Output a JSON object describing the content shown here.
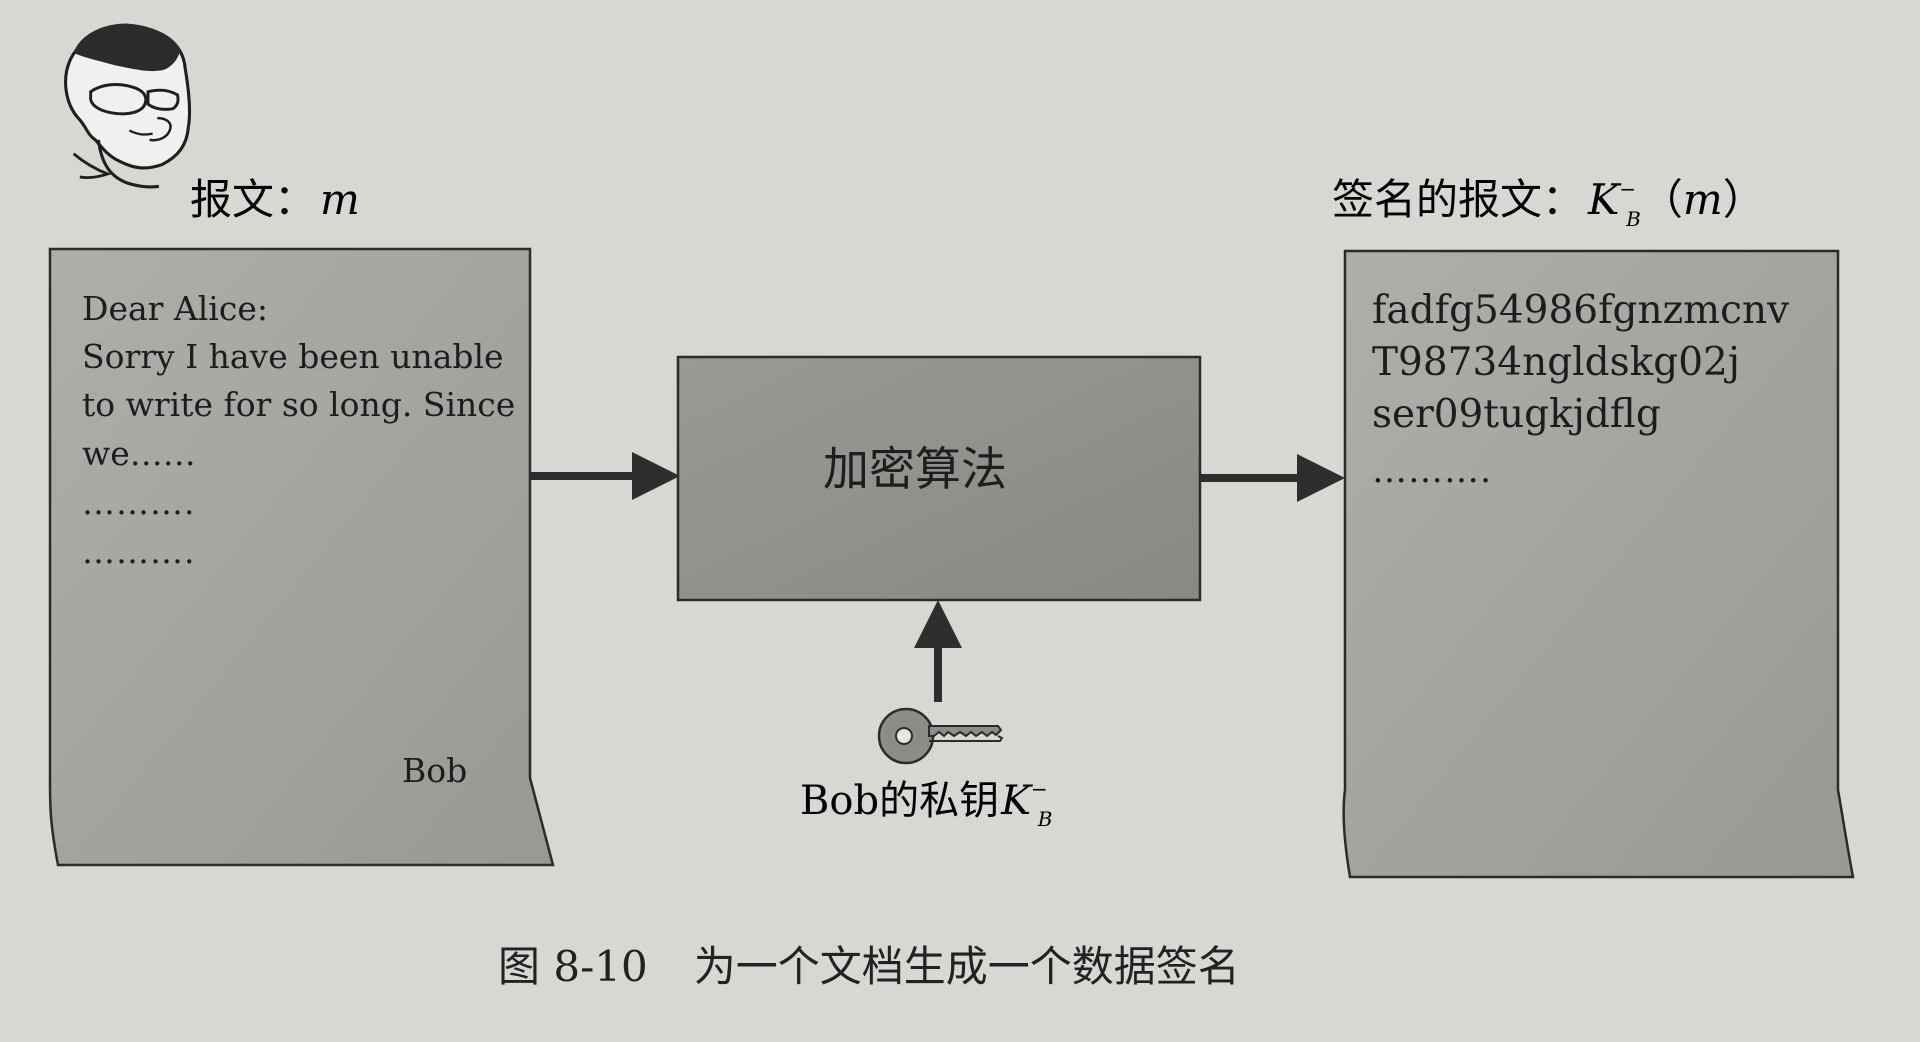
{
  "figure": {
    "left_label": {
      "prefix": "报文：",
      "variable": "m"
    },
    "right_label": {
      "prefix": "签名的报文：",
      "key_symbol": "K",
      "superscript": "−",
      "subscript": "B",
      "paren_open": "（",
      "variable": "m",
      "paren_close": "）"
    },
    "letter": {
      "lines": [
        "Dear Alice:",
        "Sorry I have been unable",
        "to write for so long. Since",
        "we……",
        "……….",
        "………."
      ],
      "signature": "Bob"
    },
    "signed_document": {
      "lines": [
        "fadfg54986fgnzmcnv",
        "T98734ngldskg02j",
        "ser09tugkjdflg",
        "………."
      ]
    },
    "process": {
      "label": "加密算法"
    },
    "key_label": {
      "prefix": "Bob的私钥",
      "key_symbol": "K",
      "superscript": "−",
      "subscript": "B"
    },
    "caption": {
      "number": "图 8-10",
      "title": "为一个文档生成一个数据签名"
    }
  },
  "colors": {
    "page_bg": "#d9d7d3",
    "paper_fill": "#a3a19d",
    "box_fill": "#8f8d89",
    "stroke": "#2b2b2b"
  }
}
